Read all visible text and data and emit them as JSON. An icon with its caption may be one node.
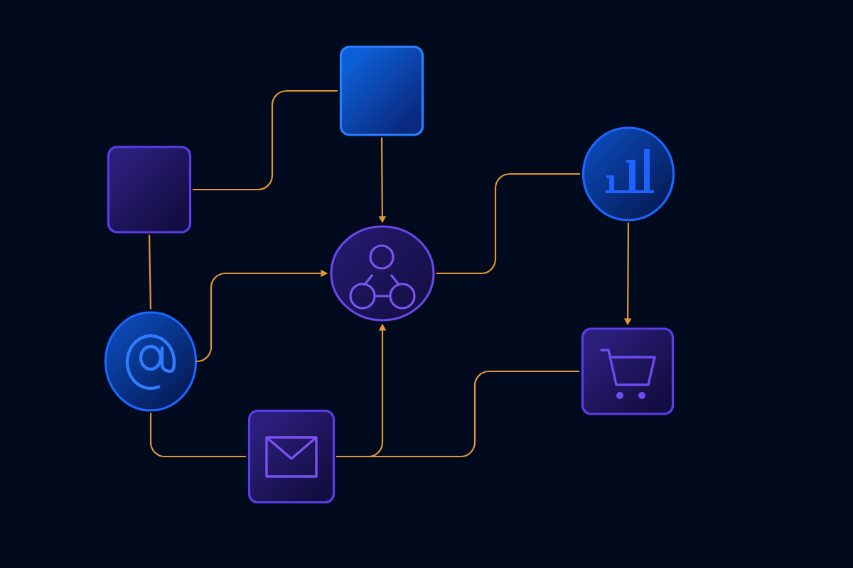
{
  "diagram": {
    "nodes": [
      {
        "text": [],
        "shape": "box"
      },
      {
        "text": [],
        "shape": "box"
      },
      {
        "text": [],
        "shape": "circle"
      },
      {
        "text": [],
        "shape": "circle"
      },
      {
        "text": [],
        "shape": "circle"
      },
      {
        "text": [],
        "shape": "box"
      },
      {
        "text": [],
        "shape": "box"
      }
    ],
    "edges": [
      {
        "from": 0,
        "to": 1,
        "arrow": "none"
      },
      {
        "from": 1,
        "to": 2,
        "arrow": "to"
      },
      {
        "from": 0,
        "to": 4,
        "arrow": "none"
      },
      {
        "from": 4,
        "to": 2,
        "arrow": "to"
      },
      {
        "from": 4,
        "to": 5,
        "arrow": "none"
      },
      {
        "from": 5,
        "to": 2,
        "arrow": "to"
      },
      {
        "from": 5,
        "to": 6,
        "arrow": "none"
      },
      {
        "from": 2,
        "to": 3,
        "arrow": "none"
      },
      {
        "from": 3,
        "to": 6,
        "arrow": "to"
      }
    ]
  }
}
